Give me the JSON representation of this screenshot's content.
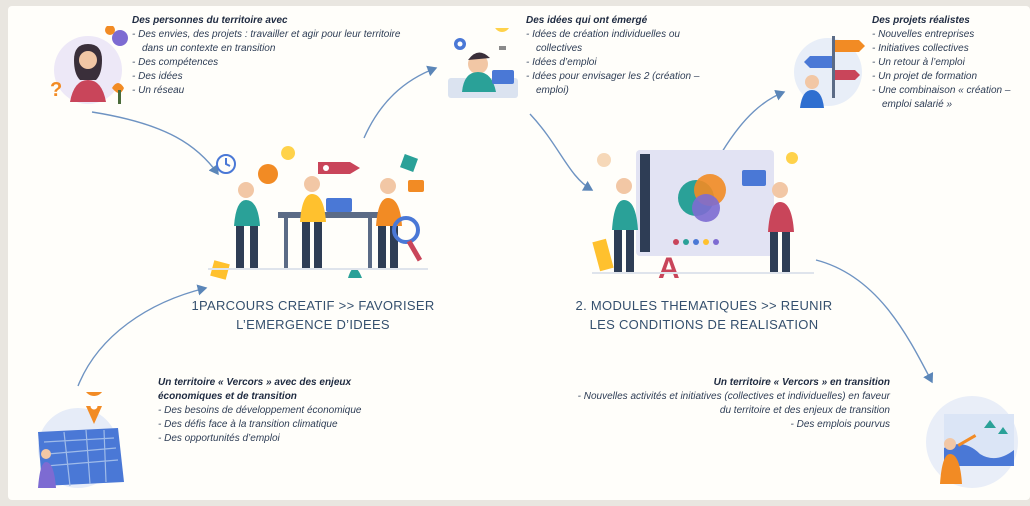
{
  "top_left": {
    "heading": "Des personnes du territoire avec",
    "items": [
      "Des envies, des projets : travailler et agir pour leur territoire dans un contexte en transition",
      "Des compétences",
      "Des idées",
      "Un réseau"
    ]
  },
  "top_middle": {
    "heading": "Des idées qui ont émergé",
    "items": [
      "Idées de création individuelles ou collectives",
      "Idées d’emploi",
      "Idées pour envisager les 2 (création – emploi)"
    ]
  },
  "top_right": {
    "heading": "Des projets réalistes",
    "items": [
      "Nouvelles entreprises",
      "Initiatives collectives",
      "Un retour à l’emploi",
      "Un projet de formation",
      "Une combinaison « création – emploi salarié »"
    ]
  },
  "stage1": {
    "title_line1": "1PARCOURS CREATIF >> FAVORISER",
    "title_line2": "L’EMERGENCE  D’IDEES"
  },
  "stage2": {
    "title_line1": "2. MODULES THEMATIQUES >> REUNIR",
    "title_line2": "LES CONDITIONS DE REALISATION"
  },
  "bottom_left": {
    "heading_line1": "Un territoire « Vercors » avec des enjeux",
    "heading_line2": "économiques  et de transition",
    "items": [
      "Des besoins de développement économique",
      "Des défis face à la transition climatique",
      "Des opportunités d’emploi"
    ]
  },
  "bottom_right": {
    "heading": "Un territoire « Vercors »  en transition",
    "items": [
      "Nouvelles activités et initiatives (collectives et individuelles) en faveur du territoire et des enjeux de transition",
      "Des emplois pourvus"
    ]
  },
  "colors": {
    "arrow": "#5b86b8",
    "title": "#35506e",
    "text": "#2e3d55",
    "accent_orange": "#f28b24",
    "accent_purple": "#7d6bd2",
    "accent_teal": "#2aa198",
    "accent_blue": "#4a78d6"
  }
}
